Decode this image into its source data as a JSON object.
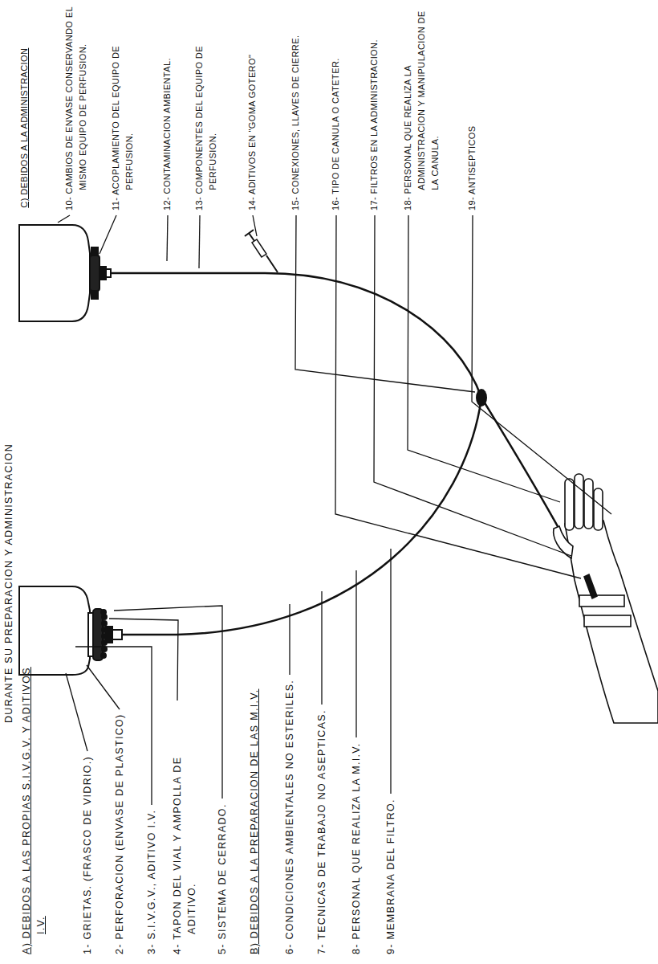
{
  "diagram": {
    "title": "DURANTE SU PREPARACION Y ADMINISTRACION",
    "labels": [
      "A) DEBIDOS A LAS PROPIAS S.I.V.G.V. Y ADITIVOS I.V.",
      "1- GRIETAS. (FRASCO DE VIDRIO.)",
      "2- PERFORACION (ENVASE DE PLASTICO)",
      "3- S.I.V.G.V., ADITIVO I.V.",
      "4- TAPON DEL VIAL Y AMPOLLA DE ADITIVO.",
      "5- SISTEMA DE CERRADO.",
      "B) DEBIDOS A LA PREPARACION DE LAS M.I.V.",
      "6- CONDICIONES AMBIENTALES NO ESTERILES.",
      "7- TECNICAS DE TRABAJO NO ASEPTICAS.",
      "8- PERSONAL QUE REALIZA LA M.I.V.",
      "9- MEMBRANA DEL FILTRO.",
      "C) DEBIDOS A LA ADMINISTRACION",
      "10- CAMBIOS DE ENVASE CONSERVANDO EL MISMO EQUIPO DE PERFUSION.",
      "11- ACOPLAMIENTO DEL EQUIPO DE PERFUSION.",
      "12- CONTAMINACION AMBIENTAL.",
      "13- COMPONENTES DEL EQUIPO DE PERFUSION.",
      "14- ADITIVOS EN \"GOMA GOTERO\"",
      "15- CONEXIONES, LLAVES DE CIERRE.",
      "16- TIPO DE CANULA O CATETER.",
      "17- FILTROS EN LA ADMINISTRACION.",
      "18- PERSONAL QUE REALIZA LA ADMINISTRACION Y MANIPULACION DE LA CANULA.",
      "19- ANTISEPTICOS"
    ]
  }
}
